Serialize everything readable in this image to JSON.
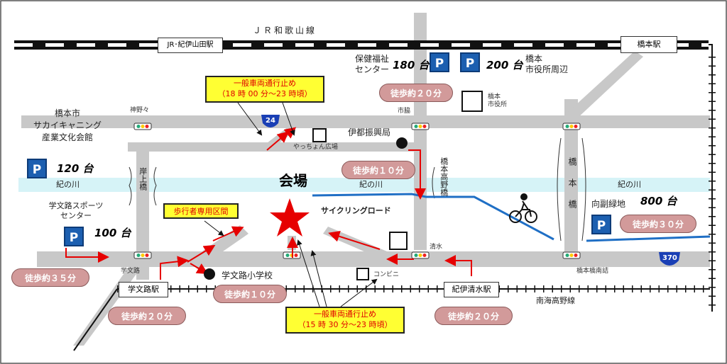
{
  "title": "会場",
  "railways": {
    "jr_line": "ＪＲ和歌山線",
    "jr_station": "JR･紀伊山田駅",
    "nankai_line": "南海高野線"
  },
  "stations": {
    "hashimoto": "橋本駅",
    "gakubunji": "学文路駅",
    "kiiseimizu": "紀伊清水駅"
  },
  "places": {
    "culture_hall": "橋本市\nサカイキャニング\n産業文化会館",
    "kinokawa_west": "紀の川",
    "kinokawa_center": "紀の川",
    "kinokawa_east": "紀の川",
    "gakubunji_sports": "学文路スポーツ\nセンター",
    "welfare_center": "保健福祉\nセンター",
    "city_hall_area": "橋本\n市役所周辺",
    "city_hall": "橋本\n市役所",
    "ito_promotion": "伊都振興局",
    "yacchon": "やっちょん広場",
    "gakubunji_school": "学文路小学校",
    "convenience": "コンビニ",
    "mukaifuku": "向副緑地",
    "cycling_road": "サイクリングロード"
  },
  "bridges": {
    "kishiage": "岸上橋",
    "hashimoto_koya": "橋本高野橋",
    "hashimoto": "橋本橋"
  },
  "signals": {
    "kaminoya": "神野々",
    "ichiwaki": "市脇",
    "shimizu": "清水",
    "gakubunji": "学文路",
    "hashimotobashi_minami": "橋本橋南詰"
  },
  "routes": {
    "r24": "24",
    "r370": "370"
  },
  "parking": {
    "p_label": "P",
    "culture": "120 台",
    "sports": "100 台",
    "welfare": "180 台",
    "city_hall": "200 台",
    "mukaifuku": "800 台"
  },
  "walk": {
    "city_hall": "徒歩約２０分",
    "ito": "徒歩約１０分",
    "sports": "徒歩約３５分",
    "gakubunji_station": "徒歩約２０分",
    "school": "徒歩約１０分",
    "kiiseimizu": "徒歩約２０分",
    "mukaifuku": "徒歩約３０分"
  },
  "notices": {
    "closure_top_1": "一般車両通行止め",
    "closure_top_2": "（18 時 00 分～23 時頃）",
    "pedestrian": "歩行者専用区間",
    "closure_bottom_1": "一般車両通行止め",
    "closure_bottom_2": "（15 時 30 分～23 時頃）"
  },
  "colors": {
    "road": "#c8c8c8",
    "river": "#d6f3f7",
    "cycling_road": "#1f6fc5",
    "arrow": "#e60000",
    "parking": "#1c5fb0",
    "walk_badge": "#d29a9a",
    "notice_bg": "#ffff33",
    "venue_star": "#e60000",
    "route_shield": "#1a3fb5"
  }
}
